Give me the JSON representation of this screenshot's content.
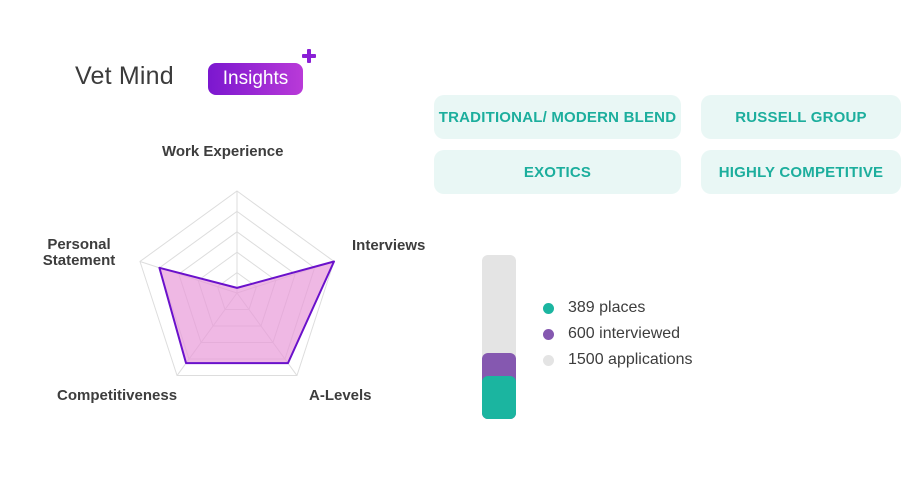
{
  "brand": {
    "name": "Vet Mind",
    "badge": "Insights"
  },
  "tags": [
    "TRADITIONAL/ MODERN BLEND",
    "RUSSELL GROUP",
    "EXOTICS",
    "HIGHLY COMPETITIVE"
  ],
  "radar": {
    "axes": [
      "Work Experience",
      "Interviews",
      "A-Levels",
      "Competitiveness",
      "Personal Statement"
    ],
    "values": [
      0.05,
      1.0,
      0.85,
      0.85,
      0.8
    ],
    "levels": 5,
    "line_color": "#6a11cb",
    "fill_color": "#e89ad8"
  },
  "stats": {
    "total": 1500,
    "items": [
      {
        "label": "389 places",
        "value": 389,
        "color": "#1bb5a0"
      },
      {
        "label": "600 interviewed",
        "value": 600,
        "color": "#8558b0"
      },
      {
        "label": "1500 applications",
        "value": 1500,
        "color": "#e4e4e4"
      }
    ]
  }
}
